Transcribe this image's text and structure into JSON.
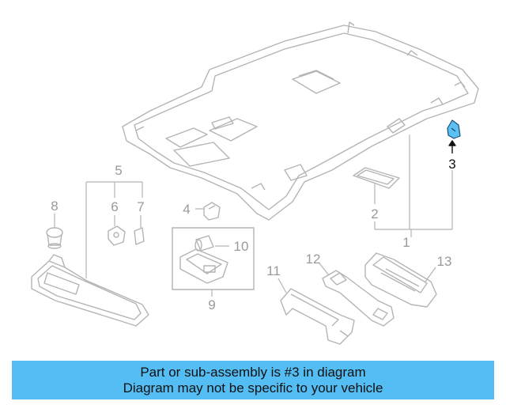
{
  "diagram": {
    "part_labels": [
      "1",
      "2",
      "3",
      "4",
      "5",
      "6",
      "7",
      "8",
      "9",
      "10",
      "11",
      "12",
      "13"
    ],
    "highlighted_part": "3",
    "line_color": "#b4b4b4",
    "highlight_color": "#5bc0f2"
  },
  "banner": {
    "line1": "Part or sub-assembly is #3 in diagram",
    "line2": "Diagram may not be specific to your vehicle",
    "background": "#54bdf3"
  }
}
